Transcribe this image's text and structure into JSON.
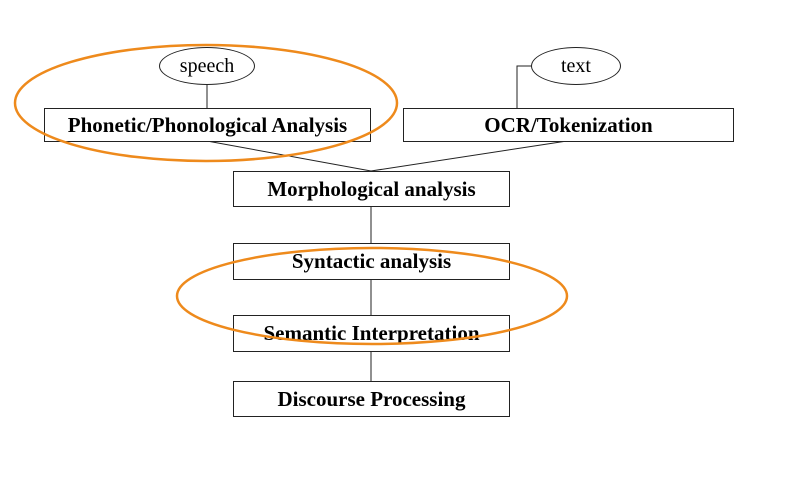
{
  "diagram": {
    "inputs": {
      "speech": "speech",
      "text": "text"
    },
    "stages": {
      "phonetic": "Phonetic/Phonological Analysis",
      "ocr": "OCR/Tokenization",
      "morphological": "Morphological analysis",
      "syntactic": "Syntactic analysis",
      "semantic": "Semantic Interpretation",
      "discourse": "Discourse Processing"
    },
    "colors": {
      "box_border": "#222222",
      "connector": "#222222",
      "highlight": "#ee8a1c"
    }
  }
}
